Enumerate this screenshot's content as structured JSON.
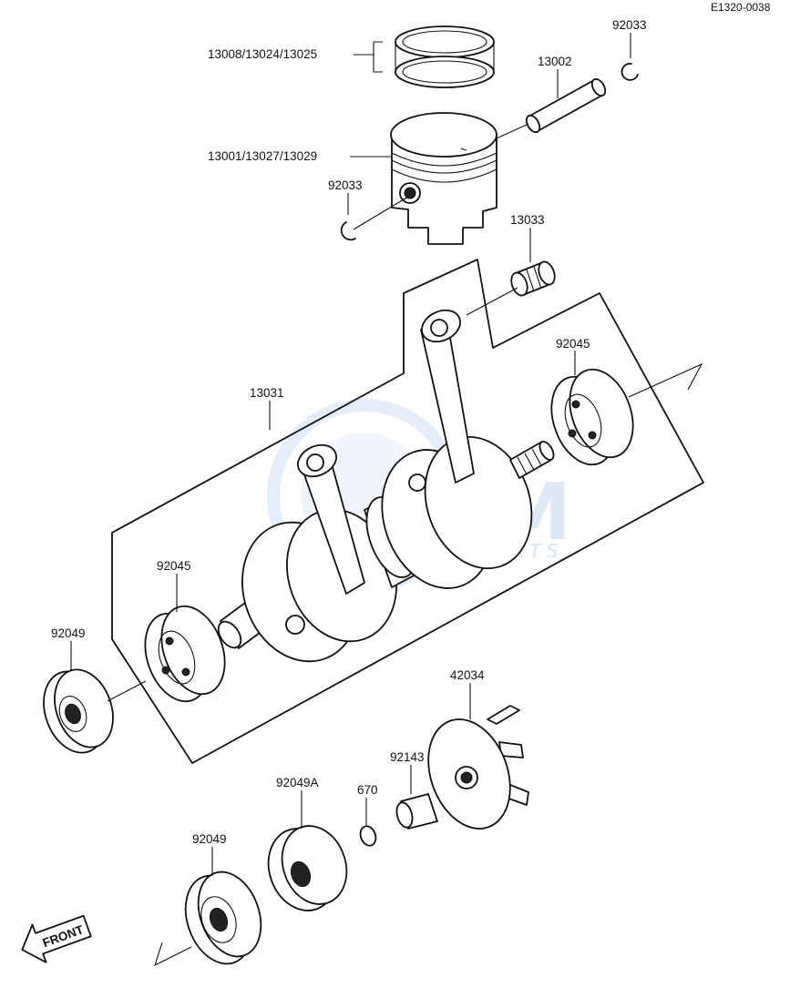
{
  "drawing_code": "E1320-0038",
  "labels": {
    "piston_rings": "13008/13024/13025",
    "circlip_right": "92033",
    "piston_pin": "13002",
    "piston": "13001/13027/13029",
    "circlip_left": "92033",
    "needle_bearing": "13033",
    "crankshaft_assy": "13031",
    "bearing_right": "92045",
    "bearing_left": "92045",
    "oil_seal_left": "92049",
    "rotor": "42034",
    "collar": "92143",
    "o_ring": "670",
    "seal_92049a": "92049A",
    "seal_bottom": "92049"
  },
  "front_arrow": {
    "text": "FRONT"
  },
  "watermark": {
    "main": "OEM",
    "sub": "MOTORPARTS",
    "color": "#6a9fd6"
  }
}
